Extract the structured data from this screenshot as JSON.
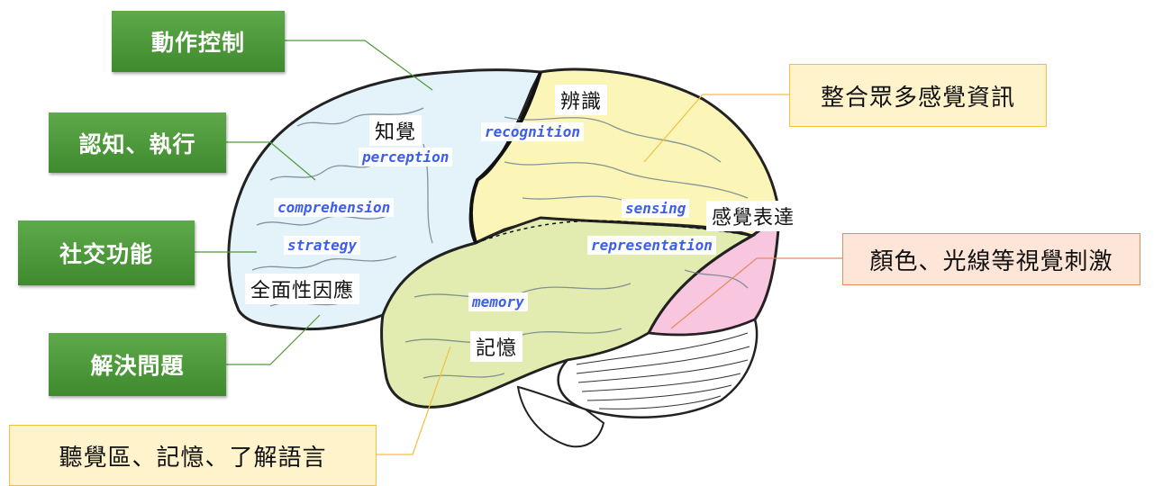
{
  "left_boxes": [
    "動作控制",
    "認知、執行",
    "社交功能",
    "解決問題"
  ],
  "right_boxes": [
    "整合眾多感覺資訊",
    "顏色、光線等視覺刺激"
  ],
  "bottom_box": "聽覺區、記憶、了解語言",
  "brain_labels_en": [
    "recognition",
    "perception",
    "sensing",
    "comprehension",
    "strategy",
    "representation",
    "memory"
  ],
  "brain_labels_zh": [
    "辨識",
    "知覺",
    "感覺表達",
    "全面性因應",
    "記憶"
  ],
  "colors": {
    "green_box": "#4e9a3a",
    "frontal_lobe": "#e4f3fa",
    "parietal_lobe": "#fbf6b8",
    "temporal_lobe": "#e3ecb0",
    "occipital_lobe": "#f8c6de",
    "english_label": "#3d5ee8",
    "yellow_box_border": "#f2c040",
    "pink_box_border": "#e88a5a"
  }
}
